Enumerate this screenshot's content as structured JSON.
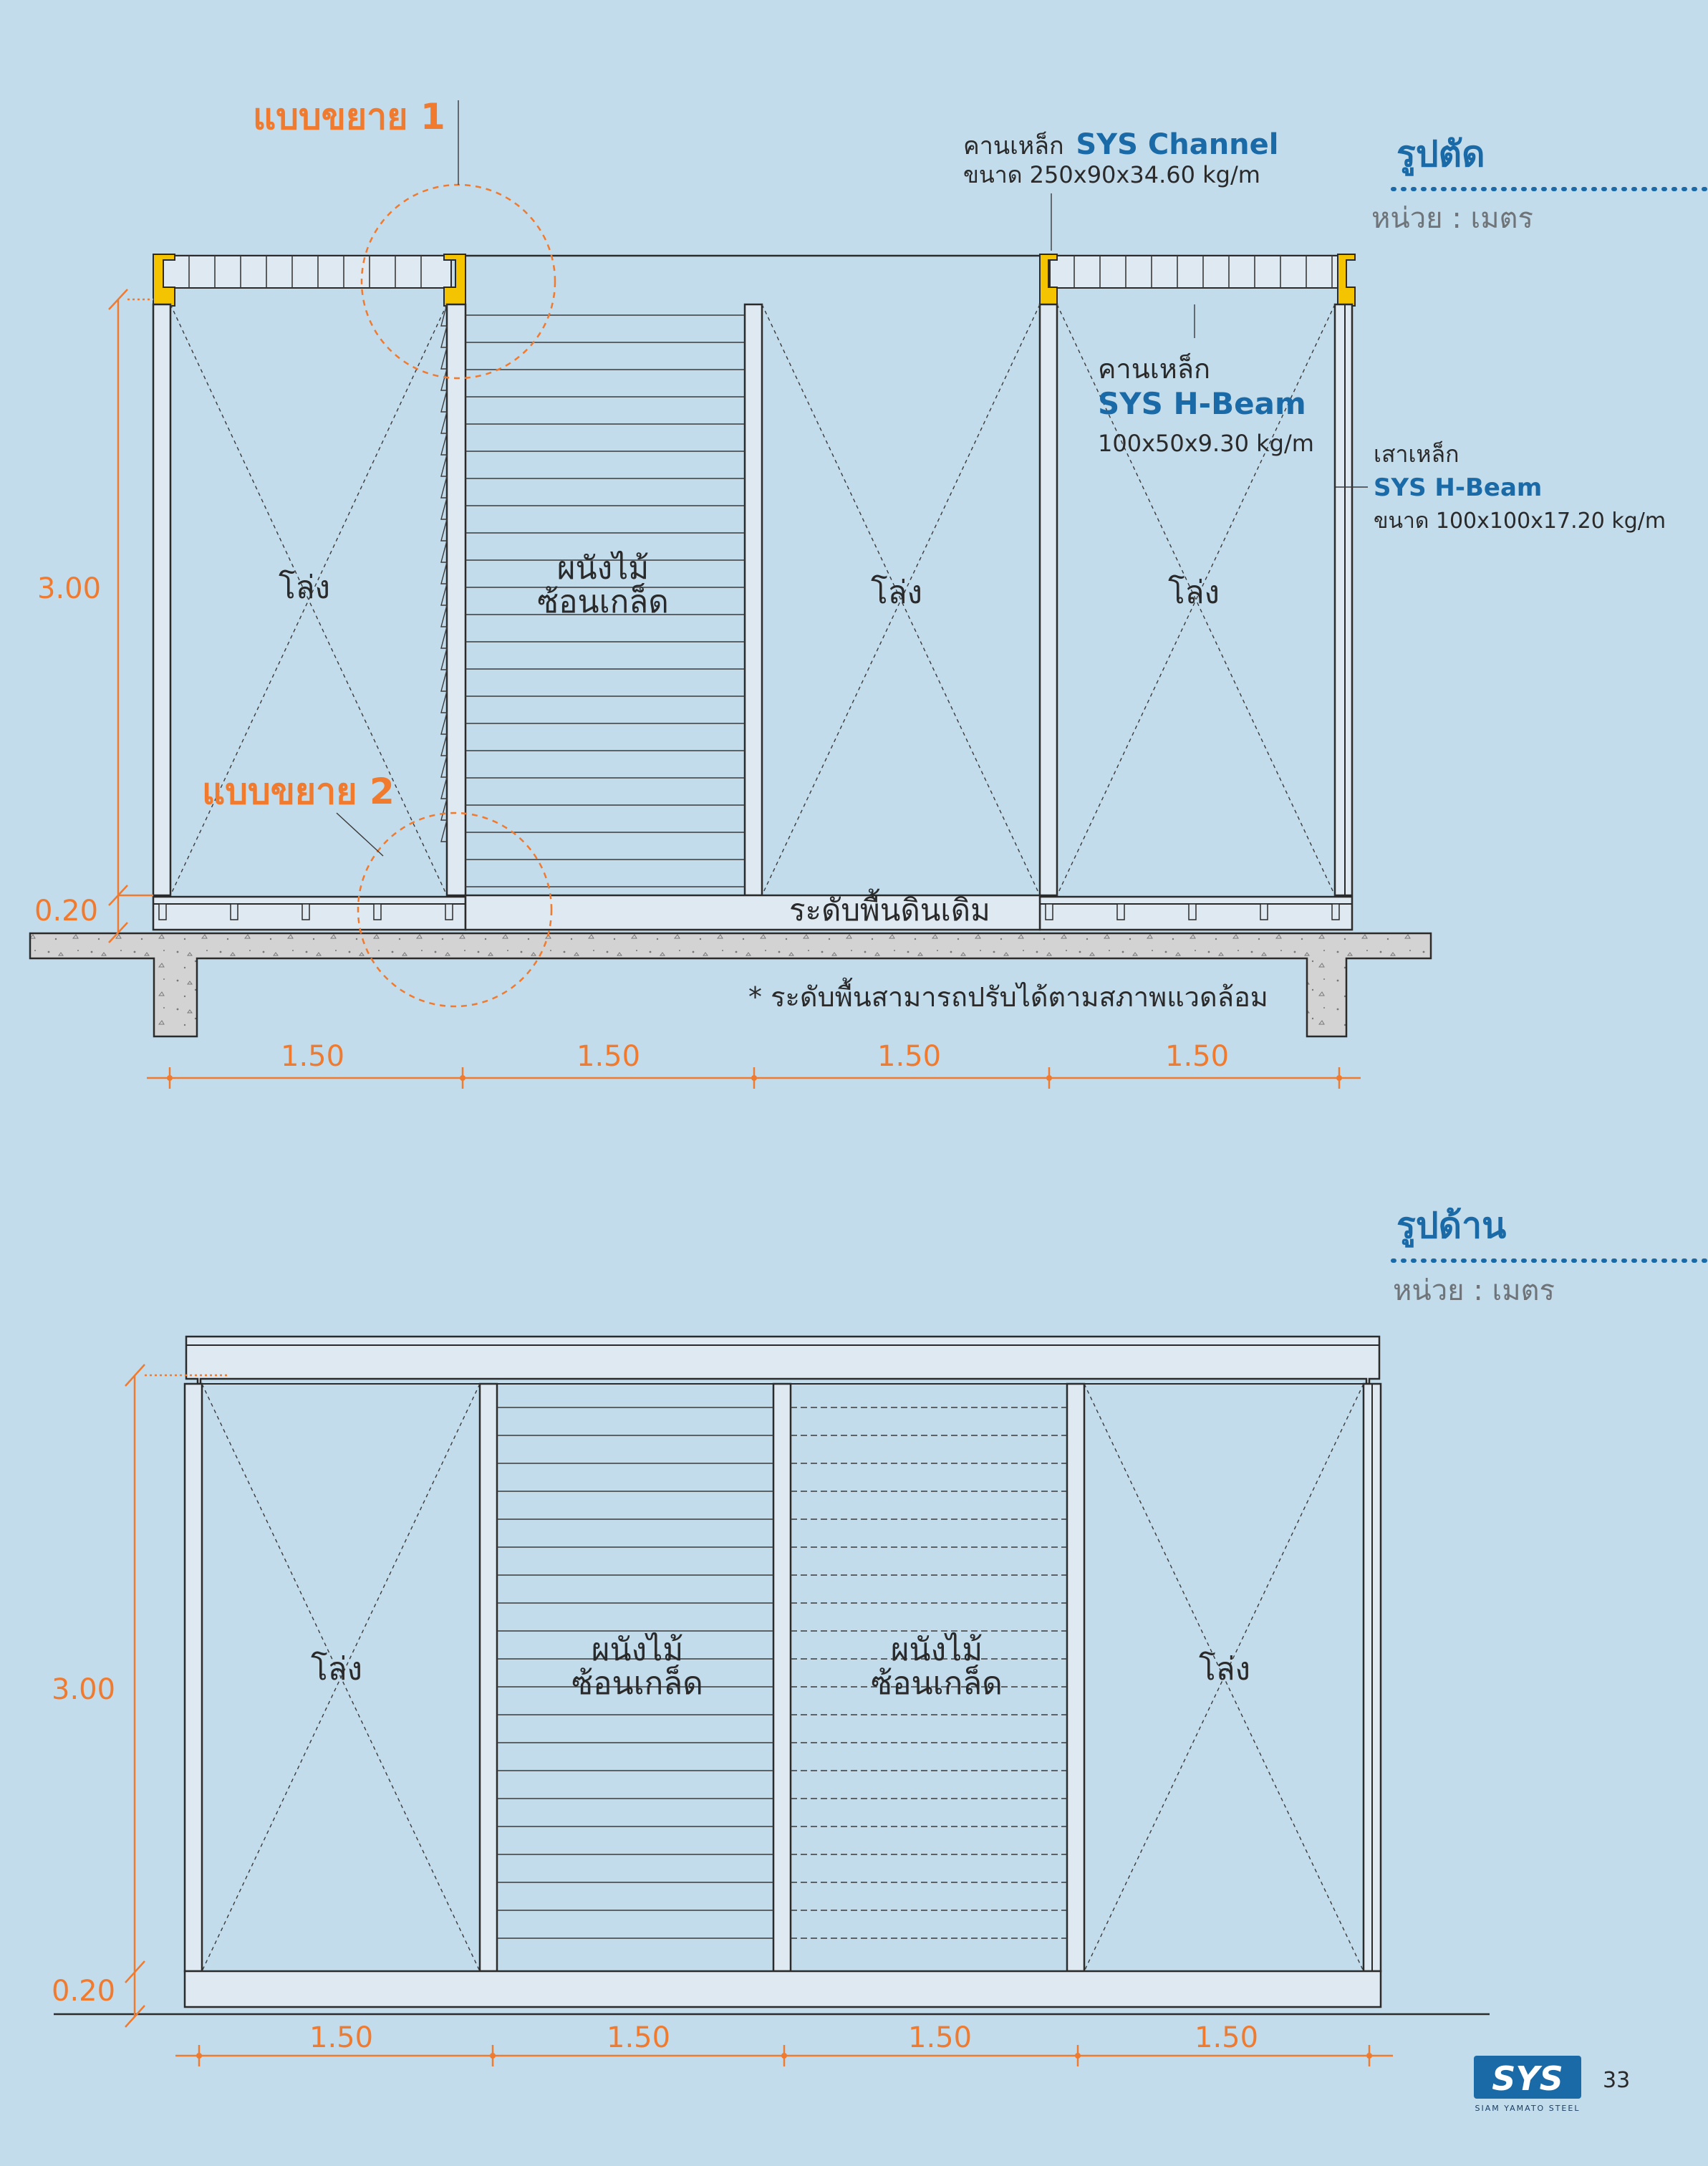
{
  "section": {
    "title": "รูปตัด",
    "unit": "หน่วย : เมตร",
    "detail1": "แบบขยาย 1",
    "detail2": "แบบขยาย 2",
    "channel": {
      "label": "คานเหล็ก",
      "brand": "SYS Channel",
      "size": "ขนาด 250x90x34.60 kg/m"
    },
    "hbeam": {
      "label": "คานเหล็ก",
      "brand": "SYS H-Beam",
      "size": "100x50x9.30 kg/m"
    },
    "column": {
      "label": "เสาเหล็ก",
      "brand": "SYS H-Beam",
      "size": "ขนาด 100x100x17.20 kg/m"
    },
    "panels": [
      "โล่ง",
      "ผนังไม้ ซ้อนเกล็ด",
      "โล่ง",
      "โล่ง"
    ],
    "panel2_line1": "ผนังไม้",
    "panel2_line2": "ซ้อนเกล็ด",
    "ground_label": "ระดับพื้นดินเดิม",
    "note": "* ระดับพื้นสามารถปรับได้ตามสภาพแวดล้อม",
    "height_main": "3.00",
    "height_base": "0.20",
    "widths": [
      "1.50",
      "1.50",
      "1.50",
      "1.50"
    ]
  },
  "elevation": {
    "title": "รูปด้าน",
    "unit": "หน่วย : เมตร",
    "panels": [
      "โล่ง",
      "ผนังไม้ ซ้อนเกล็ด",
      "ผนังไม้ ซ้อนเกล็ด",
      "โล่ง"
    ],
    "wood_line1": "ผนังไม้",
    "wood_line2": "ซ้อนเกล็ด",
    "open1": "โล่ง",
    "open2": "โล่ง",
    "height_main": "3.00",
    "height_base": "0.20",
    "widths": [
      "1.50",
      "1.50",
      "1.50",
      "1.50"
    ]
  },
  "footer": {
    "brand": "SYS",
    "company": "SIAM YAMATO STEEL",
    "page": "33"
  },
  "colors": {
    "background": "#c3dcec",
    "accent": "#f07a2e",
    "brand": "#1a6aa8",
    "beam": "#f5c400"
  }
}
